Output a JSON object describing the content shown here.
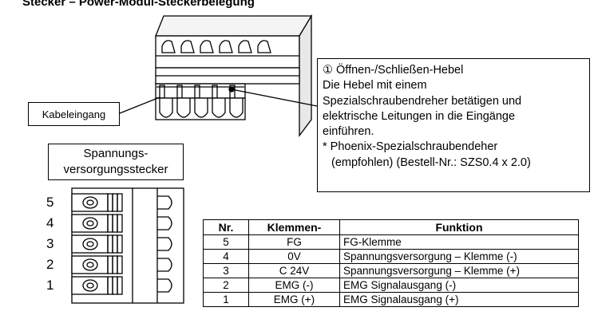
{
  "page_title": "Stecker – Power-Modul-Steckerbelegung",
  "callout": {
    "lines": [
      "① Öffnen-/Schließen-Hebel",
      "Die Hebel mit einem",
      "Spezialschraubendreher betätigen und",
      "elektrische Leitungen in die Eingänge",
      "einführen.",
      "* Phoenix-Spezialschraubendeher",
      "(empfohlen) (Bestell-Nr.: SZS0.4 x 2.0)"
    ]
  },
  "kabeleingang_label": "Kabeleingang",
  "connector_label": {
    "line1": "Spannungs-",
    "line2": "versorgungsstecker"
  },
  "pin_numbers": [
    "5",
    "4",
    "3",
    "2",
    "1"
  ],
  "table": {
    "headers": [
      "Nr.",
      "Klemmen-",
      "Funktion"
    ],
    "rows": [
      [
        "5",
        "FG",
        "FG-Klemme"
      ],
      [
        "4",
        "0V",
        "Spannungsversorgung – Klemme (-)"
      ],
      [
        "3",
        "C 24V",
        "Spannungsversorgung – Klemme (+)"
      ],
      [
        "2",
        "EMG (-)",
        "EMG Signalausgang (-)"
      ],
      [
        "1",
        "EMG (+)",
        "EMG Signalausgang (+)"
      ]
    ]
  }
}
